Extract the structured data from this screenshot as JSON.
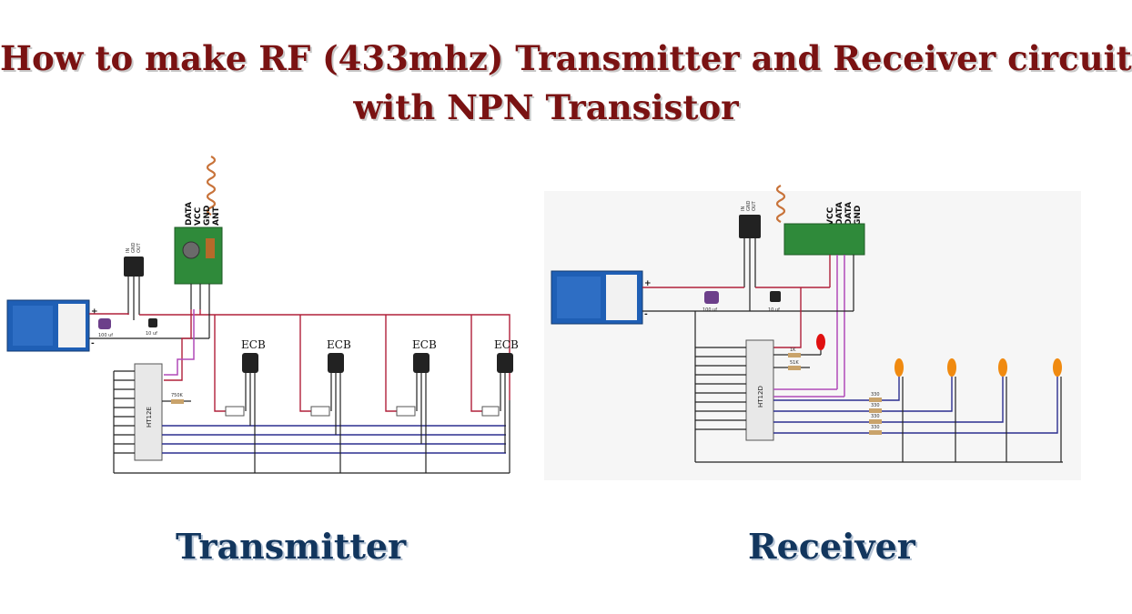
{
  "title_line1": "How to make RF (433mhz) Transmitter and Receiver circuit",
  "title_line2": "with NPN Transistor",
  "transmitter": {
    "label": "Transmitter",
    "module_pins": [
      "DATA",
      "VCC",
      "GND",
      "ANT"
    ],
    "transistor_label": "ECB",
    "chip_label": "HT12E",
    "regulator_pins": [
      "IN",
      "GND",
      "OUT"
    ],
    "cap1": "100 uf",
    "cap2": "10 uf",
    "resistor": "750K",
    "battery_plus": "+",
    "battery_minus": "-"
  },
  "receiver": {
    "label": "Receiver",
    "module_pins": [
      "VCC",
      "DATA",
      "DATA",
      "GND"
    ],
    "chip_label": "HT12D",
    "regulator_pins": [
      "IN",
      "GND",
      "OUT"
    ],
    "cap1": "100 uf",
    "cap2": "10 uf",
    "r_led": "1K",
    "r_osc": "51K",
    "r_outputs": [
      "330",
      "330",
      "330",
      "330"
    ],
    "battery_plus": "+",
    "battery_minus": "-"
  },
  "colors": {
    "title": "#7a1212",
    "label": "#12365e",
    "wire_red": "#b0203a",
    "wire_blue": "#2b2f8f",
    "wire_magenta": "#b04ab8",
    "battery_blue": "#1f5fb5",
    "module_green": "#2f8a3a",
    "led_orange": "#f08a10",
    "led_red": "#e01010"
  }
}
